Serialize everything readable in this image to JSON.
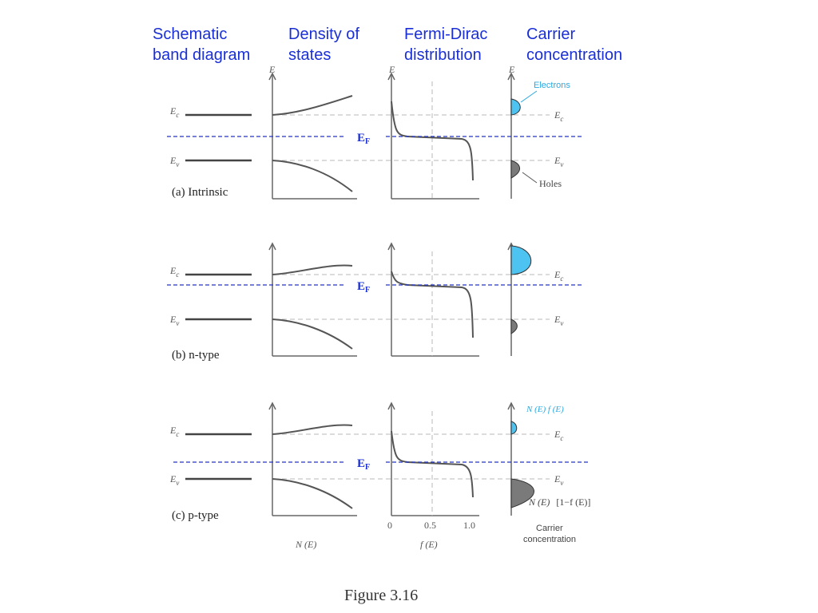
{
  "headers": {
    "band": [
      "Schematic",
      "band diagram"
    ],
    "dos": [
      "Density of",
      "states"
    ],
    "fd": [
      "Fermi-Dirac",
      "distribution"
    ],
    "carrier": [
      "Carrier",
      "concentration"
    ]
  },
  "axis_E": "E",
  "ec_label": "E",
  "ec_sub": "c",
  "ev_label": "E",
  "ev_sub": "v",
  "ef_label": "E",
  "ef_sub": "F",
  "panels": [
    {
      "caption": "(a) Intrinsic",
      "ef_position": 0.5
    },
    {
      "caption": "(b) n-type",
      "ef_position": 0.78
    },
    {
      "caption": "(c) p-type",
      "ef_position": 0.22
    }
  ],
  "annotations": {
    "electrons": "Electrons",
    "holes": "Holes",
    "nf": "N (E) f (E)",
    "n1f_a": "N (E)",
    "n1f_b": "[1−f (E)]"
  },
  "x_ticks": [
    "0",
    "0.5",
    "1.0"
  ],
  "x_labels": {
    "dos": "N (E)",
    "fd": "f (E)",
    "carrier": [
      "Carrier",
      "concentration"
    ]
  },
  "figure_caption": "Figure 3.16",
  "colors": {
    "header": "#1a2fd6",
    "fermi_line": "#2233cc",
    "electrons_fill": "#4cc3f0",
    "holes_fill": "#7a7a7a"
  }
}
